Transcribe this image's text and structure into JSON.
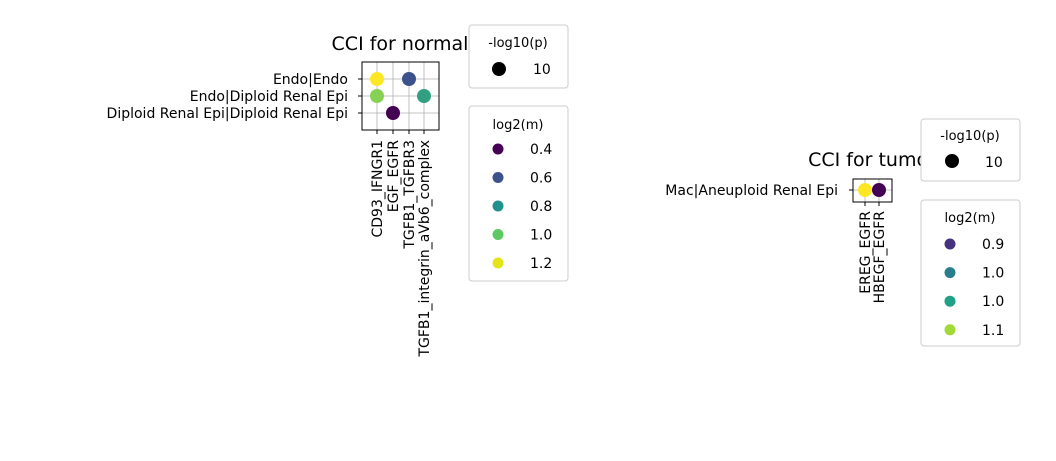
{
  "chart_data": [
    {
      "type": "scatter",
      "title": "CCI for normal",
      "x_categories": [
        "CD93_IFNGR1",
        "EGF_EGFR",
        "TGFB1_TGFBR3",
        "TGFB1_integrin_aVb6_complex"
      ],
      "y_categories": [
        "Endo|Endo",
        "Endo|Diploid Renal Epi",
        "Diploid Renal Epi|Diploid Renal Epi"
      ],
      "points": [
        {
          "x": "CD93_IFNGR1",
          "y": "Endo|Endo",
          "log2m": 1.2,
          "neglog10p": 10
        },
        {
          "x": "TGFB1_TGFBR3",
          "y": "Endo|Endo",
          "log2m": 0.6,
          "neglog10p": 10
        },
        {
          "x": "CD93_IFNGR1",
          "y": "Endo|Diploid Renal Epi",
          "log2m": 1.05,
          "neglog10p": 10
        },
        {
          "x": "TGFB1_integrin_aVb6_complex",
          "y": "Endo|Diploid Renal Epi",
          "log2m": 0.85,
          "neglog10p": 10
        },
        {
          "x": "EGF_EGFR",
          "y": "Diploid Renal Epi|Diploid Renal Epi",
          "log2m": 0.4,
          "neglog10p": 10
        }
      ],
      "size_legend": {
        "title": "-log10(p)",
        "entries": [
          "10"
        ]
      },
      "color_legend": {
        "title": "log2(m)",
        "entries": [
          {
            "label": "0.4",
            "color": "#440154"
          },
          {
            "label": "0.6",
            "color": "#3b528b"
          },
          {
            "label": "0.8",
            "color": "#21918c"
          },
          {
            "label": "1.0",
            "color": "#5ec962"
          },
          {
            "label": "1.2",
            "color": "#e5e419"
          }
        ]
      },
      "grid": true
    },
    {
      "type": "scatter",
      "title": "CCI for tumor",
      "x_categories": [
        "EREG_EGFR",
        "HBEGF_EGFR"
      ],
      "y_categories": [
        "Mac|Aneuploid Renal Epi"
      ],
      "points": [
        {
          "x": "EREG_EGFR",
          "y": "Mac|Aneuploid Renal Epi",
          "log2m": 1.1,
          "neglog10p": 10
        },
        {
          "x": "HBEGF_EGFR",
          "y": "Mac|Aneuploid Renal Epi",
          "log2m": 0.85,
          "neglog10p": 10
        }
      ],
      "size_legend": {
        "title": "-log10(p)",
        "entries": [
          "10"
        ]
      },
      "color_legend": {
        "title": "log2(m)",
        "entries": [
          {
            "label": "0.9",
            "color": "#46327e"
          },
          {
            "label": "1.0",
            "color": "#277f8e"
          },
          {
            "label": "1.0",
            "color": "#1fa187"
          },
          {
            "label": "1.1",
            "color": "#a0da39"
          }
        ]
      },
      "grid": true
    }
  ]
}
